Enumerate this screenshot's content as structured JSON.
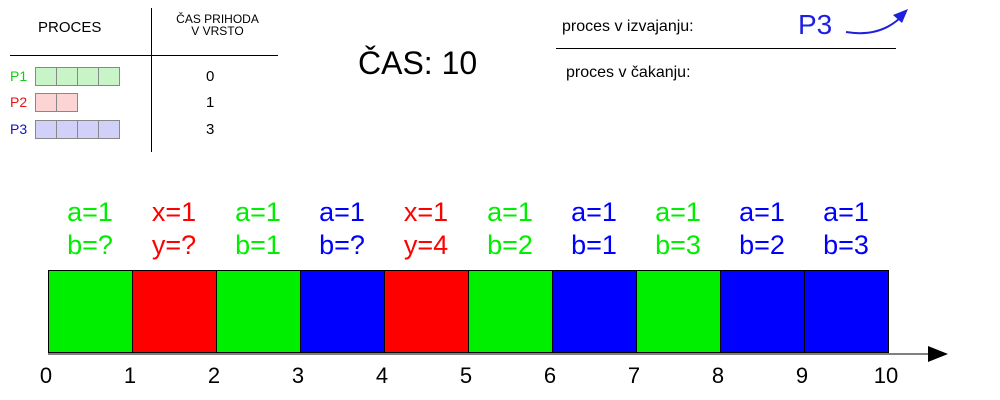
{
  "process_table": {
    "col_process": "PROCES",
    "col_arrival_line1": "ČAS PRIHODA",
    "col_arrival_line2": "V VRSTO",
    "rows": [
      {
        "name": "P1",
        "color": "#11cc11",
        "fill": "#c8f4c8",
        "cells": 4,
        "arrival": "0"
      },
      {
        "name": "P2",
        "color": "#ee1111",
        "fill": "#fcd4d4",
        "cells": 2,
        "arrival": "1"
      },
      {
        "name": "P3",
        "color": "#1111cc",
        "fill": "#d0d0f8",
        "cells": 4,
        "arrival": "3"
      }
    ]
  },
  "clock": {
    "text": "ČAS: 10"
  },
  "status": {
    "running_label": "proces v izvajanju:",
    "running_value": "P3",
    "waiting_label": "proces v čakanju:"
  },
  "timeline": {
    "colors": {
      "P1": "#00ee00",
      "P2": "#ff0000",
      "P3": "#0000ff"
    },
    "slots": [
      {
        "process": "P1",
        "line1": "a=1",
        "line2": "b=?"
      },
      {
        "process": "P2",
        "line1": "x=1",
        "line2": "y=?"
      },
      {
        "process": "P1",
        "line1": "a=1",
        "line2": "b=1"
      },
      {
        "process": "P3",
        "line1": "a=1",
        "line2": "b=?"
      },
      {
        "process": "P2",
        "line1": "x=1",
        "line2": "y=4"
      },
      {
        "process": "P1",
        "line1": "a=1",
        "line2": "b=2"
      },
      {
        "process": "P3",
        "line1": "a=1",
        "line2": "b=1"
      },
      {
        "process": "P1",
        "line1": "a=1",
        "line2": "b=3"
      },
      {
        "process": "P3",
        "line1": "a=1",
        "line2": "b=2"
      },
      {
        "process": "P3",
        "line1": "a=1",
        "line2": "b=3"
      }
    ],
    "ticks": [
      "0",
      "1",
      "2",
      "3",
      "4",
      "5",
      "6",
      "7",
      "8",
      "9",
      "10"
    ]
  }
}
